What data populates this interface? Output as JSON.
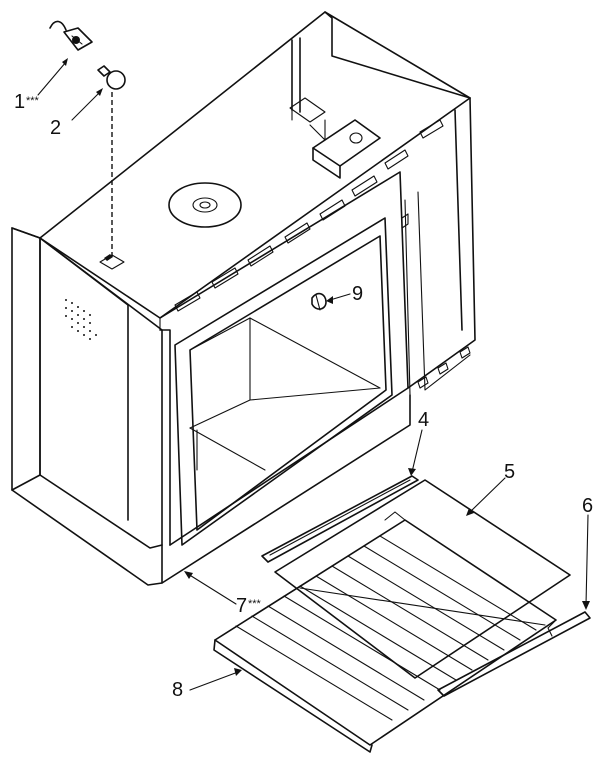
{
  "callouts": [
    {
      "id": "1",
      "text": "1",
      "suffix": "***"
    },
    {
      "id": "2",
      "text": "2",
      "suffix": ""
    },
    {
      "id": "4",
      "text": "4",
      "suffix": ""
    },
    {
      "id": "5",
      "text": "5",
      "suffix": ""
    },
    {
      "id": "6",
      "text": "6",
      "suffix": ""
    },
    {
      "id": "7",
      "text": "7",
      "suffix": "***"
    },
    {
      "id": "8",
      "text": "8",
      "suffix": ""
    },
    {
      "id": "9",
      "text": "9",
      "suffix": ""
    }
  ]
}
